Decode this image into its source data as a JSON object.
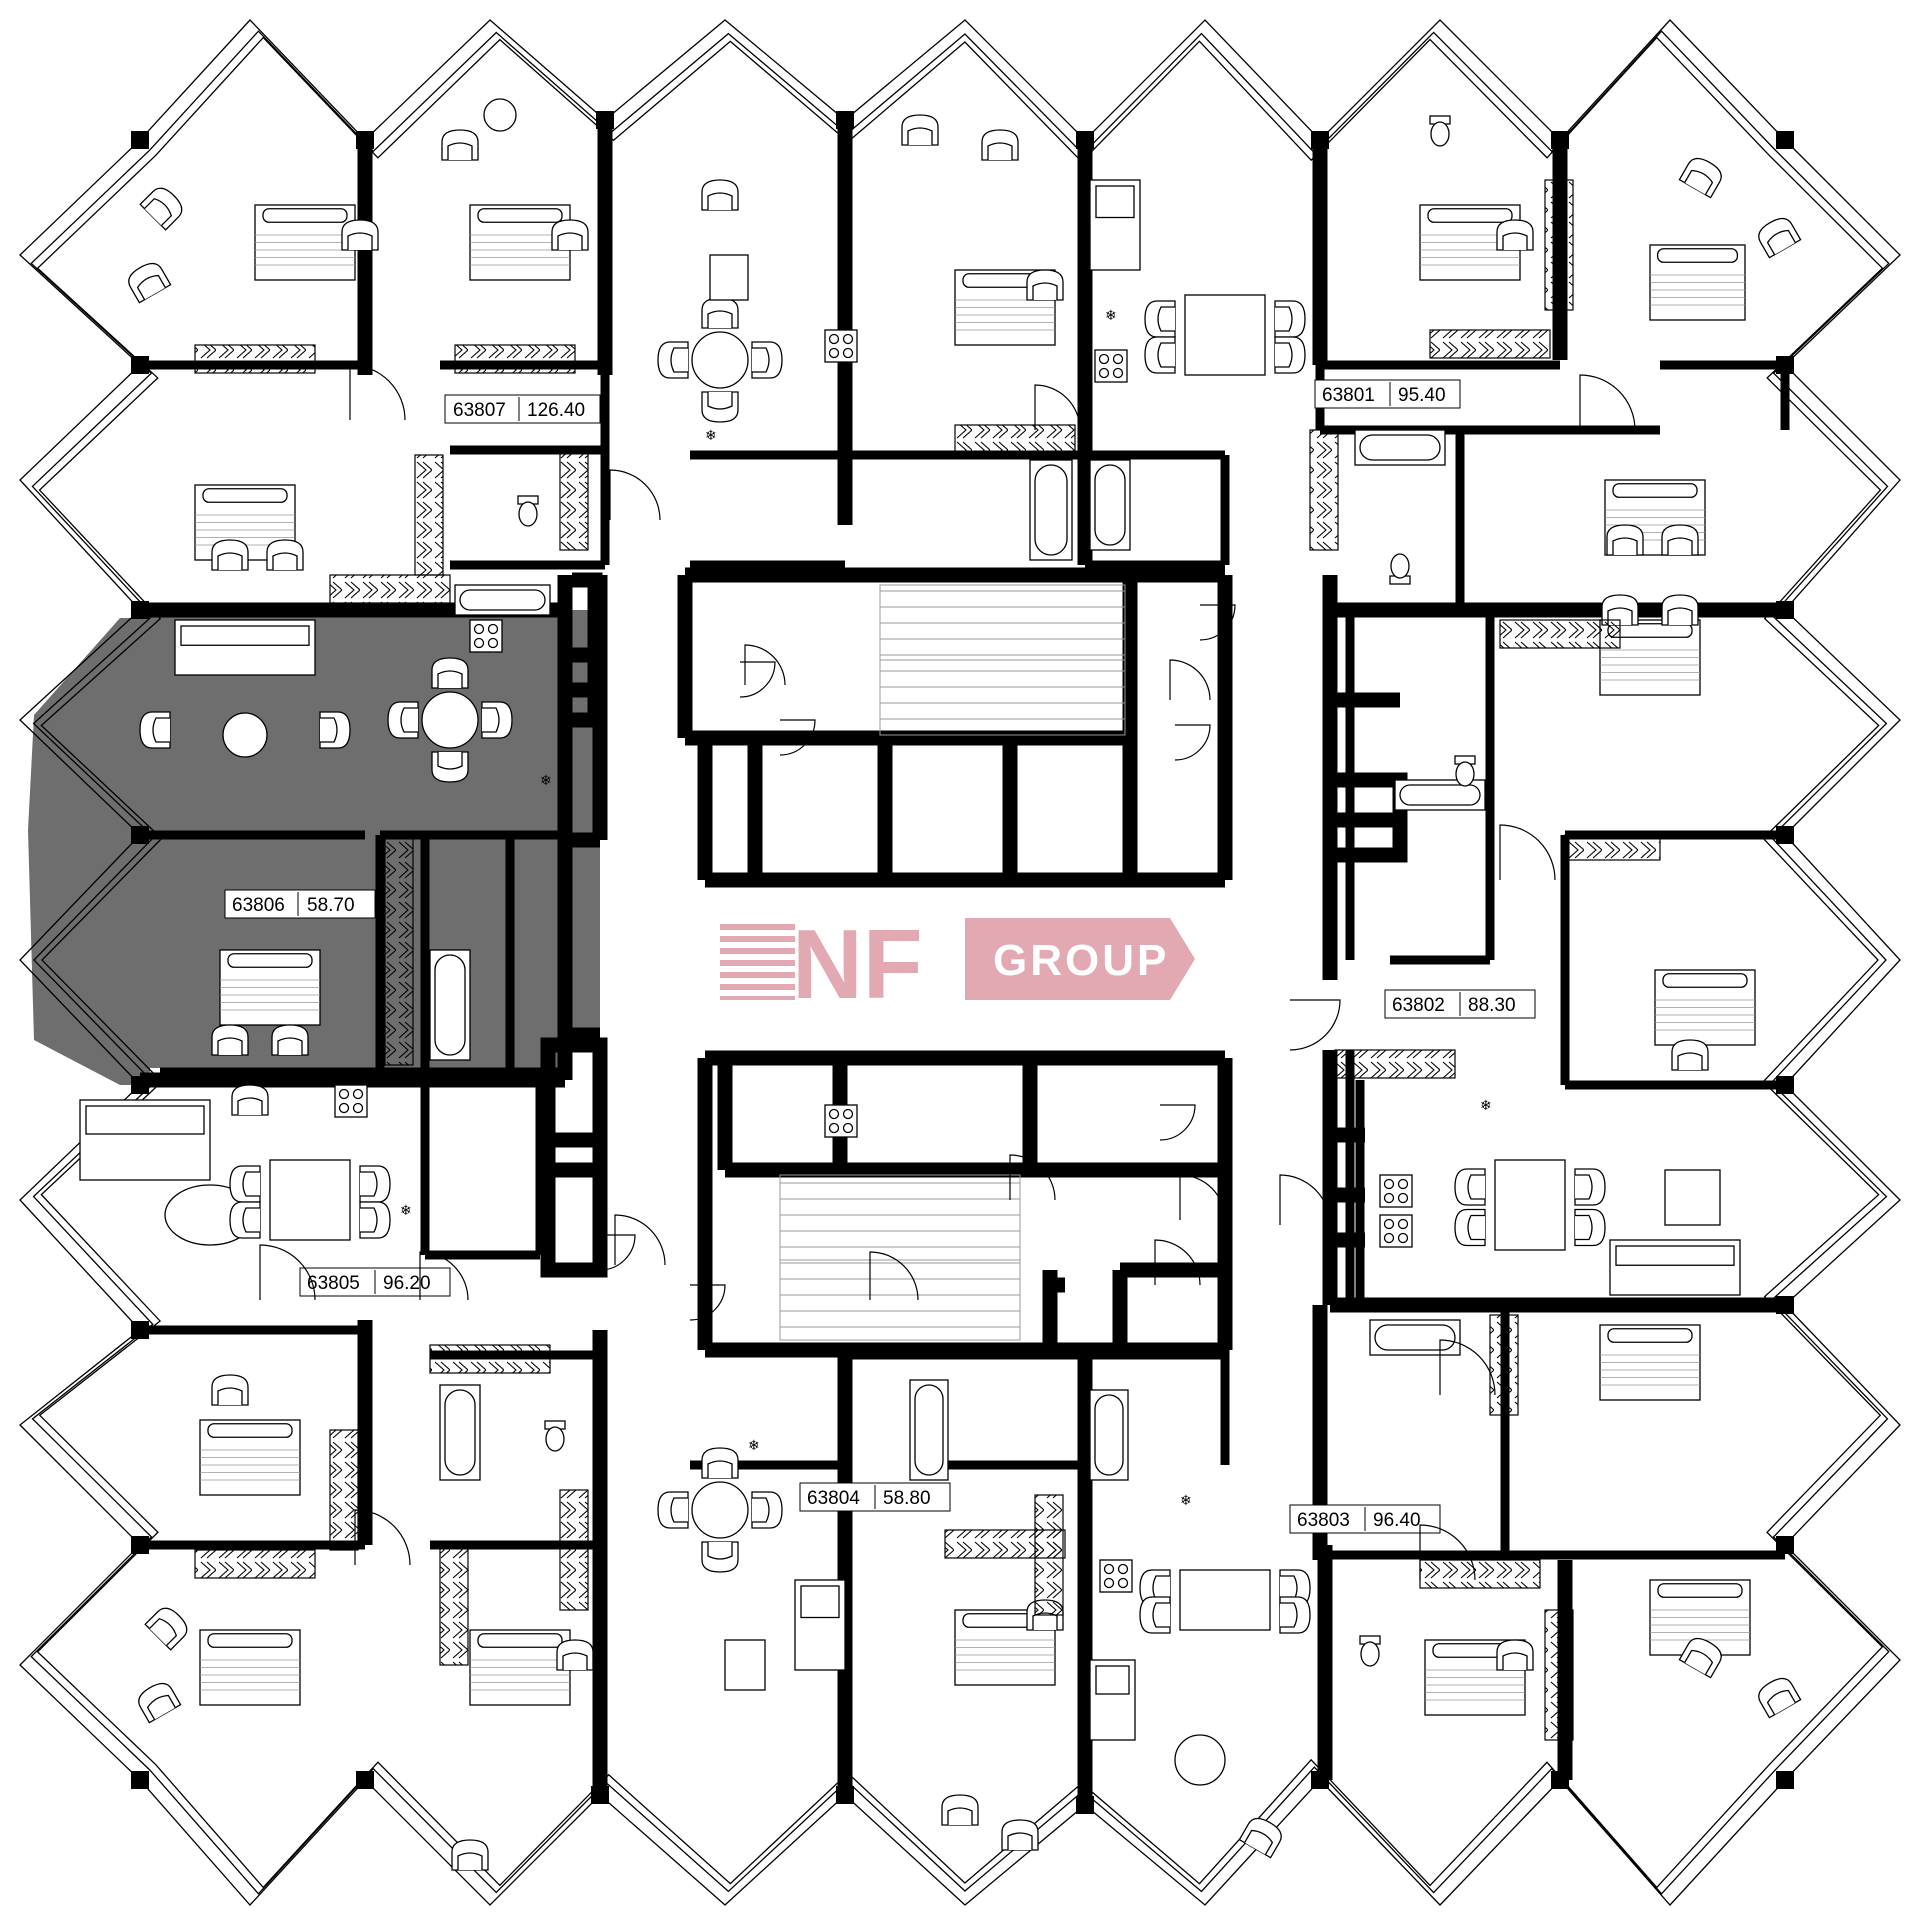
{
  "colors": {
    "wall": "#000000",
    "selected_unit": "#6e6e6e",
    "logo_pink": "#e2a9b3",
    "background": "#ffffff"
  },
  "selected_apartment": "63806",
  "apartments": [
    {
      "number": "63801",
      "area": "95.40"
    },
    {
      "number": "63802",
      "area": "88.30"
    },
    {
      "number": "63803",
      "area": "96.40"
    },
    {
      "number": "63804",
      "area": "58.80"
    },
    {
      "number": "63805",
      "area": "96.20"
    },
    {
      "number": "63806",
      "area": "58.70"
    },
    {
      "number": "63807",
      "area": "126.40"
    }
  ],
  "logo": {
    "mark": "NF",
    "word": "GROUP"
  },
  "icons": [
    "snowflake-icon",
    "stove-icon",
    "sink-icon",
    "bathtub-icon",
    "toilet-icon",
    "bed-icon",
    "armchair-icon",
    "dining-table-icon",
    "sofa-icon",
    "wardrobe-icon",
    "door-swing-icon"
  ]
}
